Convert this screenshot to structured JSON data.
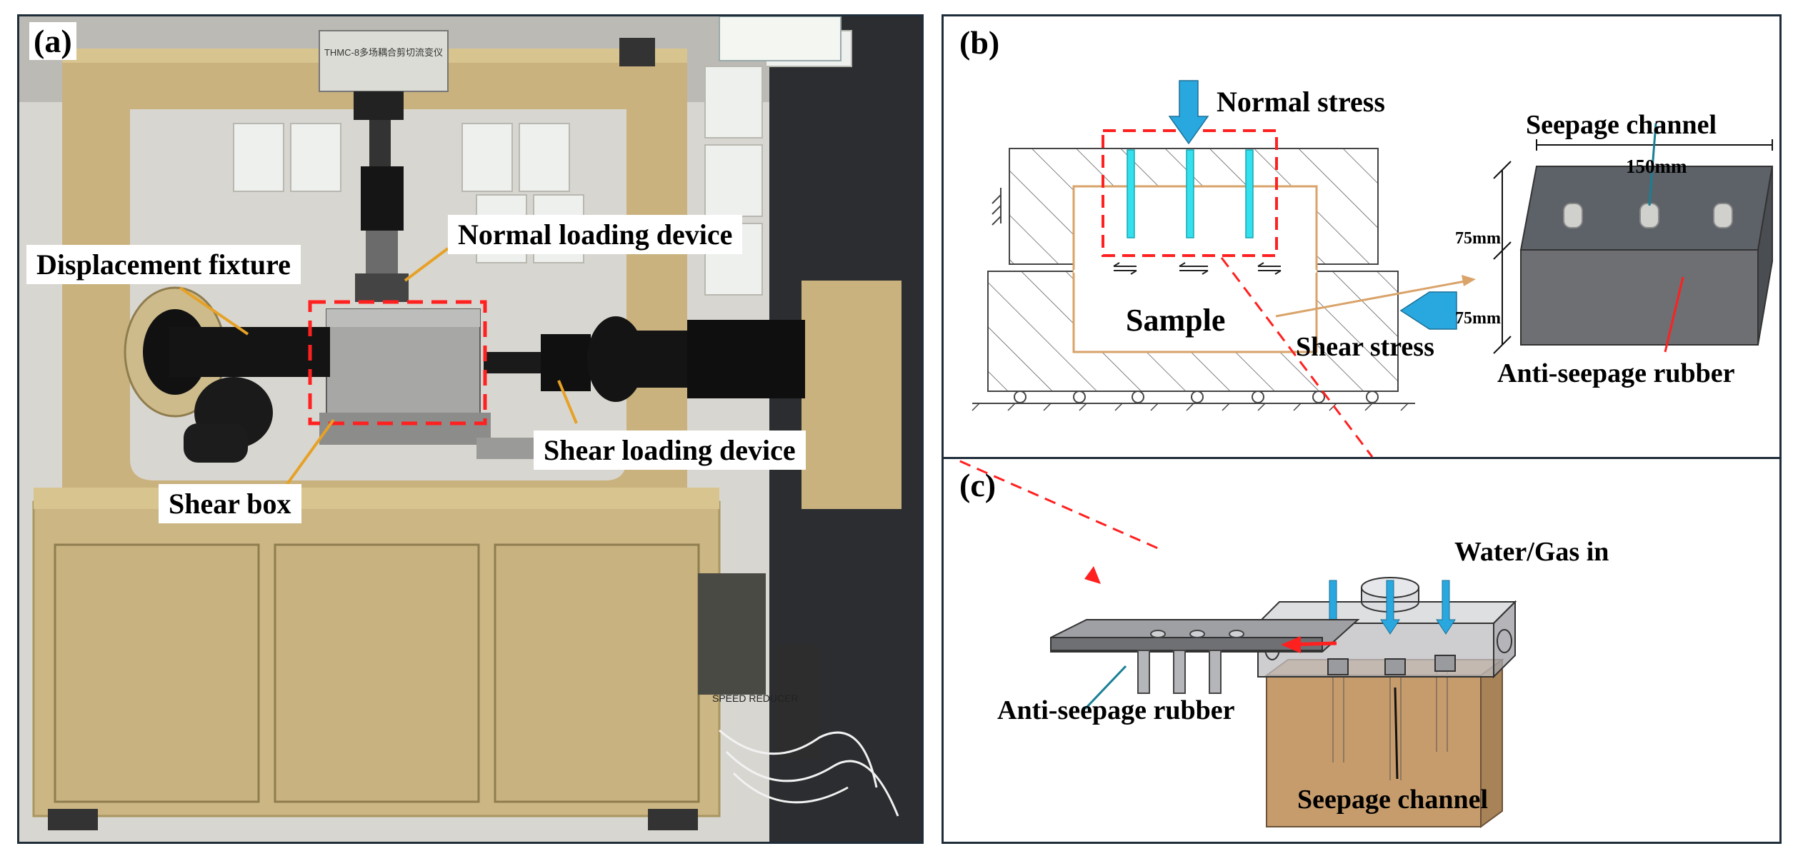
{
  "panel_a": {
    "label": "(a)",
    "plate_title": "THMC-8多场耦合剪切流变仪",
    "labels": {
      "normal_loading": "Normal loading device",
      "displacement_fixture": "Displacement fixture",
      "shear_box": "Shear box",
      "shear_loading": "Shear loading device"
    },
    "speed_reducer": "SPEED REDUCER"
  },
  "panel_b": {
    "label": "(b)",
    "normal_stress": "Normal stress",
    "shear_stress": "Shear stress",
    "sample": "Sample",
    "seepage_channel": "Seepage channel",
    "anti_seepage_rubber": "Anti-seepage rubber",
    "dim_width": "150mm",
    "dim_upper": "75mm",
    "dim_lower": "75mm"
  },
  "panel_c": {
    "label": "(c)",
    "water_gas_in": "Water/Gas in",
    "anti_seepage_rubber": "Anti-seepage rubber",
    "seepage_channel": "Seepage channel"
  },
  "colors": {
    "frame": "#1f2d3a",
    "machine": "#c9b27e",
    "dashed_red": "#ff2020",
    "arrow_blue": "#29a8e0",
    "cyan_channel": "#33e0ee",
    "sample_outline": "#d9a36a",
    "box_fill": "#c69c6d"
  }
}
